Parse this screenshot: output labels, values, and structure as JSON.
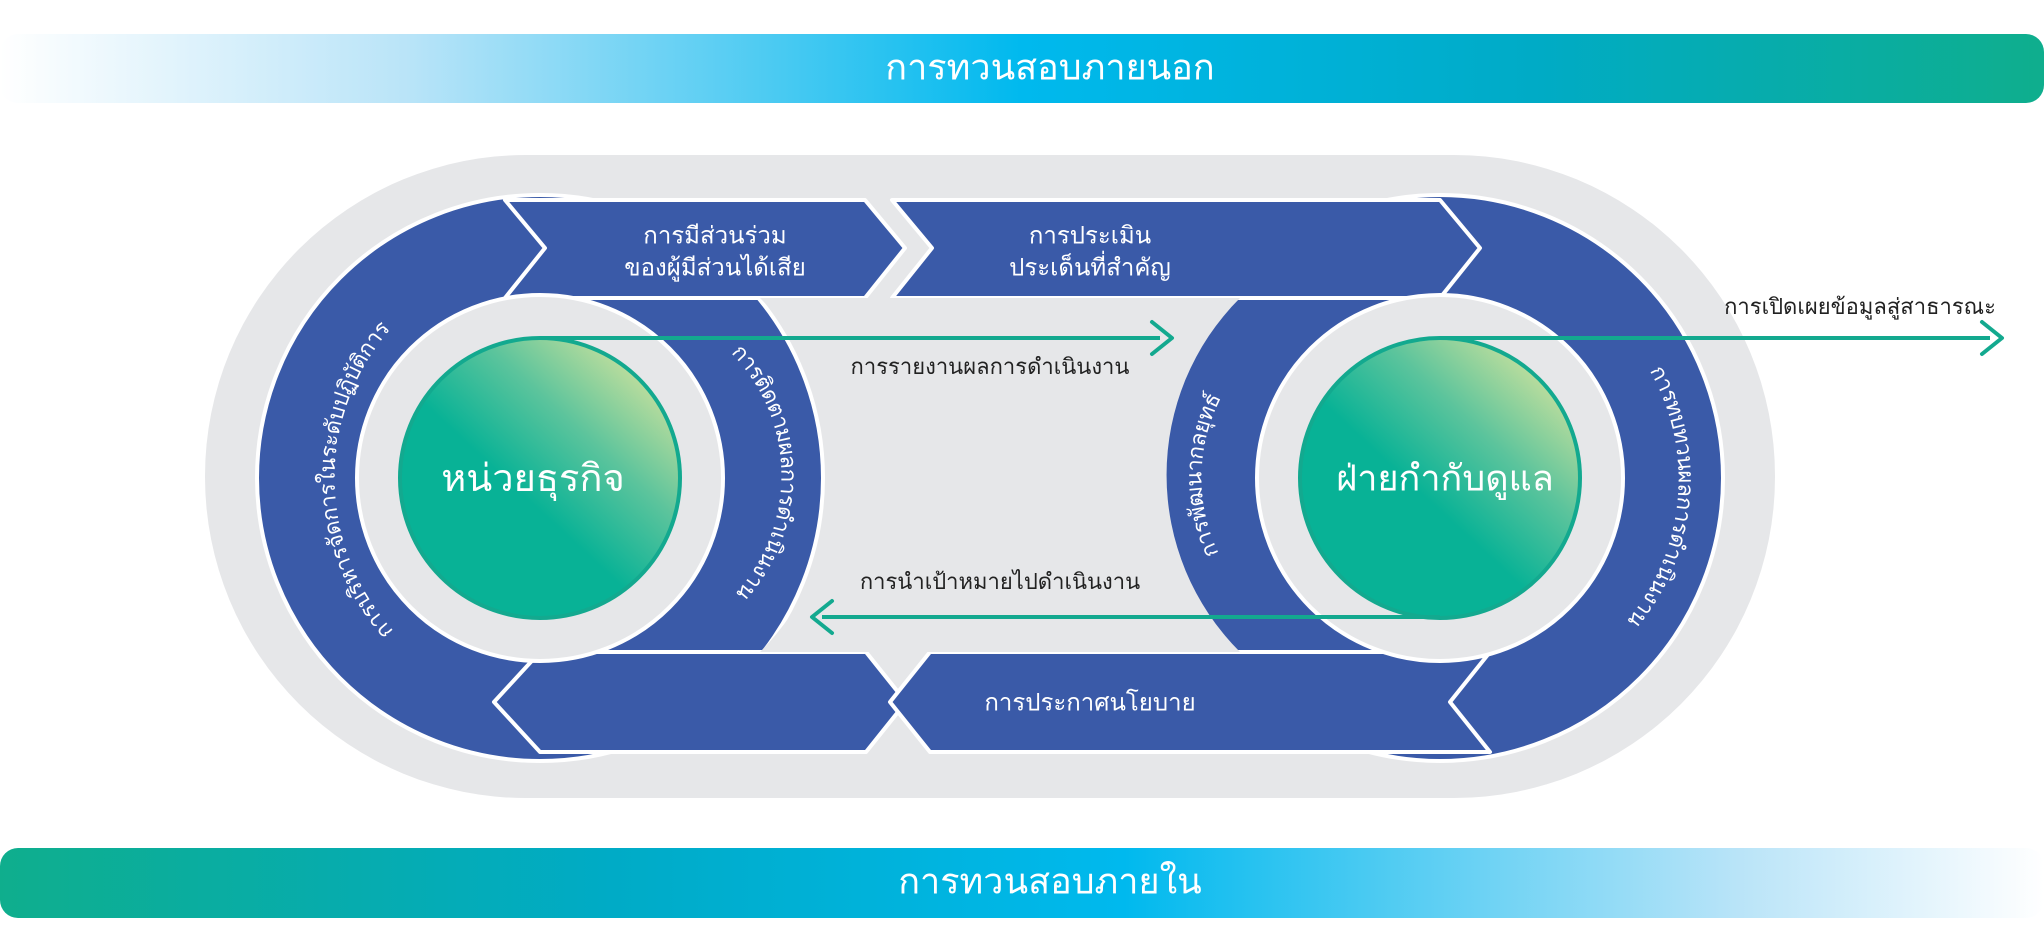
{
  "banners": {
    "external_review": "การทวนสอบภายนอก",
    "internal_review": "การทวนสอบภายใน"
  },
  "nodes": {
    "business_unit": "หน่วยธุรกิจ",
    "regulator": "ฝ่ายกำกับดูแล"
  },
  "segments": {
    "stakeholder_engagement": [
      "การมีส่วนร่วม",
      "ของผู้มีส่วนได้เสีย"
    ],
    "materiality_assessment": [
      "การประเมิน",
      "ประเด็นที่สำคัญ"
    ],
    "policy_announcement": "การประกาศนโยบาย",
    "operational_level_management": "การบริหารจัดการในระดับปฏิบัติการ",
    "left_performance_monitoring": "การติดตามผลการดำเนินงาน",
    "strategy_development": "การพัฒนากลยุทธ์",
    "right_performance_review": "การทบทวนผลการดำเนินงาน"
  },
  "arrows": {
    "performance_reporting": "การรายงานผลการดำเนินงาน",
    "goal_implementation": "การนำเป้าหมายไปดำเนินงาน",
    "public_disclosure": "การเปิดเผยข้อมูลสู่สาธารณะ"
  },
  "colors": {
    "segment_blue": "#3a5aa8",
    "track_grey": "#e6e7e9",
    "arrow_teal": "#13a98f",
    "gradient_light_blue": "#b9e4f8",
    "gradient_cyan": "#00b9ee",
    "gradient_green": "#0fae8d",
    "circle_lime": "#c3df9d",
    "circle_teal": "#08b296"
  }
}
